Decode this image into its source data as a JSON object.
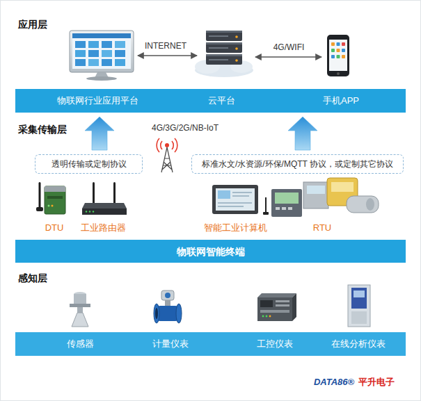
{
  "diagram": {
    "nodes": [
      {
        "text": [
          "物联网行业应用平台",
          "云平台",
          "手机APP"
        ]
      },
      {
        "text": [
          "透明传输或定制协议"
        ]
      },
      {
        "text": [
          "标准水文/水资源/环保/MQTT 协议，或定制其它协议"
        ]
      },
      {
        "text": [
          "物联网智能终端"
        ]
      },
      {
        "text": [
          "传感器",
          "计量仪表",
          "工控仪表",
          "在线分析仪表"
        ]
      }
    ],
    "edges": [
      {
        "from": 1,
        "to": 0,
        "arrow": "to"
      },
      {
        "from": 2,
        "to": 0,
        "arrow": "to"
      }
    ],
    "labels": [
      "应用层",
      "INTERNET",
      "4G/WIFI",
      "采集传输层",
      "4G/3G/2G/NB-IoT",
      "DTU",
      "工业路由器",
      "智能工业计算机",
      "RTU",
      "感知层",
      "DATA86®",
      "平升电子"
    ]
  }
}
